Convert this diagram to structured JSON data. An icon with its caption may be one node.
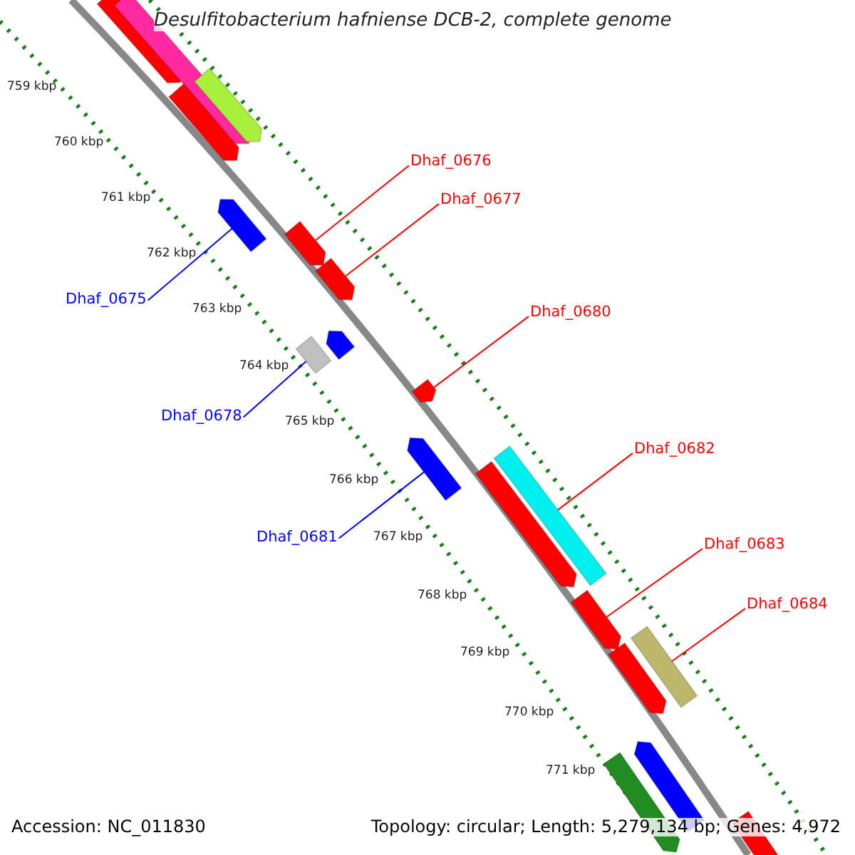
{
  "diagram": {
    "title": "Desulfitobacterium hafniense DCB-2, complete genome",
    "nodes": [
      {
        "text": [
          "Dhaf_0676"
        ]
      },
      {
        "text": [
          "Dhaf_0677"
        ]
      },
      {
        "text": [
          "Dhaf_0675"
        ]
      },
      {
        "text": [
          "Dhaf_0680"
        ]
      },
      {
        "text": [
          "Dhaf_0678"
        ]
      },
      {
        "text": [
          "Dhaf_0682"
        ]
      },
      {
        "text": [
          "Dhaf_0681"
        ]
      },
      {
        "text": [
          "Dhaf_0683"
        ]
      },
      {
        "text": [
          "Dhaf_0684"
        ]
      },
      {
        "text": [],
        "shape": "bar"
      },
      {
        "text": [],
        "shape": "bar"
      },
      {
        "text": [],
        "shape": "bar"
      },
      {
        "text": [],
        "shape": "bar"
      },
      {
        "text": [],
        "shape": "bar"
      },
      {
        "text": [],
        "shape": "bar"
      },
      {
        "text": [],
        "shape": "bar"
      },
      {
        "text": [],
        "shape": "bar"
      },
      {
        "text": [],
        "shape": "bar"
      },
      {
        "text": [],
        "shape": "bar"
      },
      {
        "text": [],
        "shape": "bar"
      },
      {
        "text": [],
        "shape": "bar"
      },
      {
        "text": [],
        "shape": "bar"
      },
      {
        "text": [],
        "shape": "bar"
      },
      {
        "text": [],
        "shape": "bar"
      },
      {
        "text": [],
        "shape": "bar"
      },
      {
        "text": [],
        "shape": "bar"
      },
      {
        "text": [],
        "shape": "bar"
      },
      {
        "text": [],
        "shape": "bar"
      }
    ],
    "edges": [
      {
        "from": 0,
        "to": 14,
        "arrow": "none"
      },
      {
        "from": 1,
        "to": 15,
        "arrow": "none"
      },
      {
        "from": 2,
        "to": 13,
        "arrow": "none",
        "color": "#0000ff"
      },
      {
        "from": 3,
        "to": 18,
        "arrow": "none"
      },
      {
        "from": 4,
        "to": 17,
        "arrow": "none",
        "color": "#0000ff"
      },
      {
        "from": 5,
        "to": 20,
        "arrow": "none"
      },
      {
        "from": 6,
        "to": 19,
        "arrow": "none",
        "color": "#0000ff"
      },
      {
        "from": 7,
        "to": 22,
        "arrow": "none"
      },
      {
        "from": 8,
        "to": 23,
        "arrow": "none"
      }
    ],
    "labels": [
      "759 kbp",
      "760 kbp",
      "761 kbp",
      "762 kbp",
      "763 kbp",
      "764 kbp",
      "765 kbp",
      "766 kbp",
      "767 kbp",
      "768 kbp",
      "769 kbp",
      "770 kbp",
      "771 kbp",
      "Accession: NC_011830",
      "Topology: circular; Length: 5,279,134 bp; Genes: 4,972"
    ]
  }
}
